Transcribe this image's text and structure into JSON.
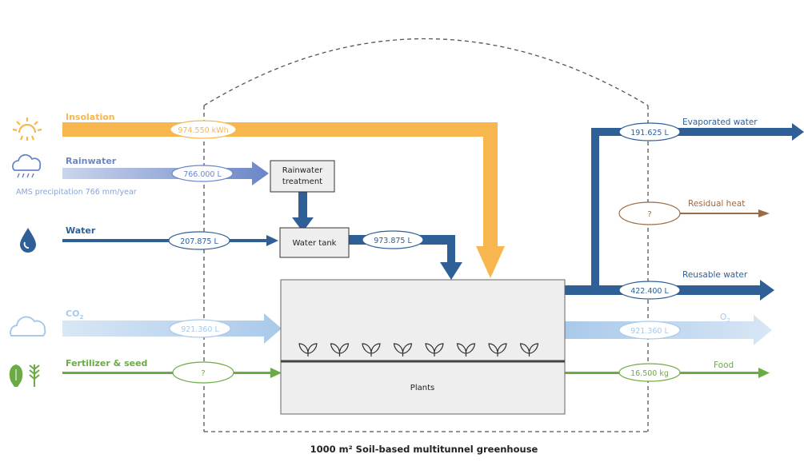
{
  "caption": "1000 m² Soil-based multitunnel greenhouse",
  "inputs": {
    "insolation": {
      "label": "Insolation",
      "value": "974.550 kWh",
      "color": "#f7b74e"
    },
    "rainwater": {
      "label": "Rainwater",
      "value": "766.000 L",
      "note": "AMS precipitation 766 mm/year",
      "color": "#6a86c8"
    },
    "water": {
      "label": "Water",
      "value": "207.875 L",
      "color": "#2f5f97"
    },
    "co2": {
      "label": "CO",
      "sub": "2",
      "value": "921.360 L",
      "color": "#a9c9ea"
    },
    "fertilizer": {
      "label": "Fertilizer & seed",
      "value": "?",
      "color": "#6bab45"
    }
  },
  "process": {
    "rainwater_treatment": "Rainwater treatment",
    "water_tank": "Water tank",
    "tank_to_plants_value": "973.875 L",
    "plants": "Plants"
  },
  "outputs": {
    "evaporated": {
      "label": "Evaporated water",
      "value": "191.625 L",
      "color": "#2f5f97"
    },
    "residual_heat": {
      "label": "Residual heat",
      "value": "?",
      "color": "#9b6b45"
    },
    "reusable": {
      "label": "Reusable water",
      "value": "422.400 L",
      "color": "#2f5f97"
    },
    "o2": {
      "label": "O",
      "sub": "2",
      "value": "921.360 L",
      "color": "#a9c9ea"
    },
    "food": {
      "label": "Food",
      "value": "16.500 kg",
      "color": "#6bab45"
    }
  },
  "icons": [
    "sun-icon",
    "rain-cloud-icon",
    "water-drop-icon",
    "cloud-icon",
    "fish-wheat-icon",
    "sprout-icon"
  ]
}
